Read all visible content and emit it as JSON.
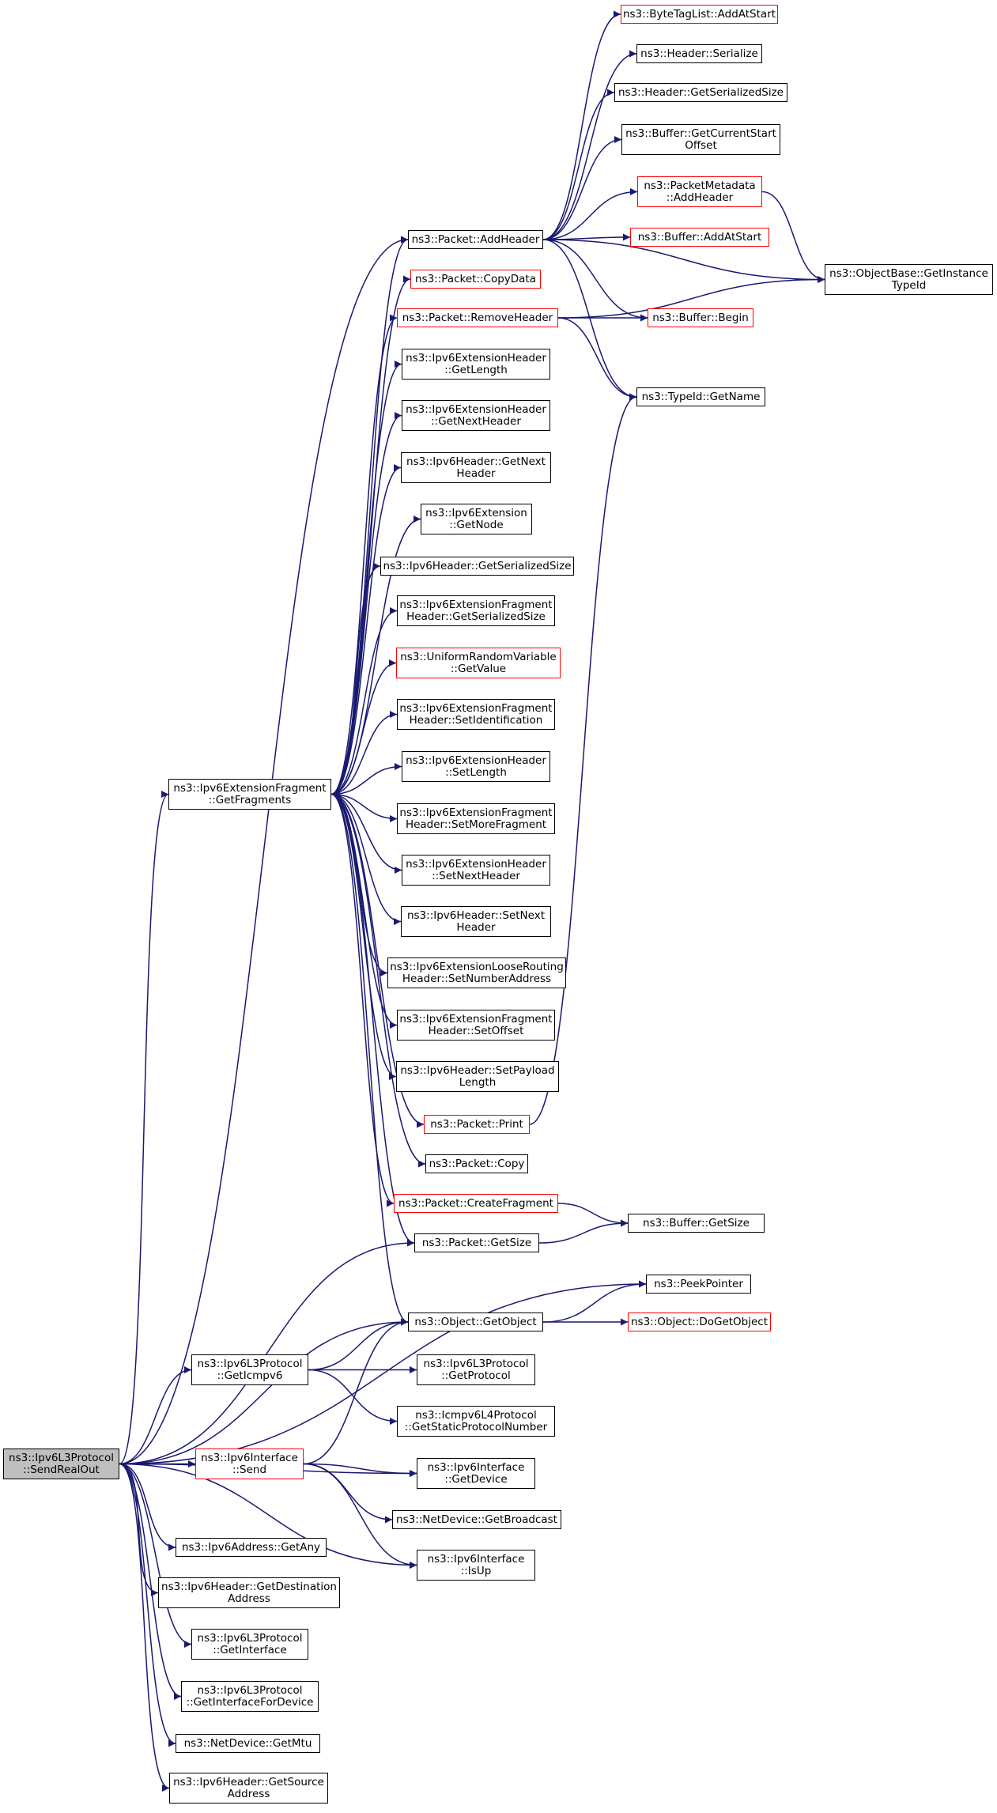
{
  "graph": {
    "colors": {
      "edge": "#191970",
      "node_border": "#000000",
      "truncated_border": "#ff0000",
      "root_fill": "#bfbfbf"
    },
    "nodes": [
      {
        "id": "n0",
        "label": "ns3::Ipv6L3Protocol\n::SendRealOut",
        "style": "root"
      },
      {
        "id": "n1",
        "label": "ns3::Packet::AddHeader",
        "style": "normal"
      },
      {
        "id": "n2",
        "label": "ns3::ByteTagList::AddAtStart",
        "style": "truncated"
      },
      {
        "id": "n3",
        "label": "ns3::Header::Serialize",
        "style": "normal"
      },
      {
        "id": "n4",
        "label": "ns3::Header::GetSerializedSize",
        "style": "normal"
      },
      {
        "id": "n5",
        "label": "ns3::Buffer::GetCurrentStart\nOffset",
        "style": "normal"
      },
      {
        "id": "n6",
        "label": "ns3::PacketMetadata\n::AddHeader",
        "style": "truncated"
      },
      {
        "id": "n7",
        "label": "ns3::Buffer::AddAtStart",
        "style": "truncated"
      },
      {
        "id": "n8",
        "label": "ns3::ObjectBase::GetInstance\nTypeId",
        "style": "normal"
      },
      {
        "id": "n9",
        "label": "ns3::Buffer::Begin",
        "style": "truncated"
      },
      {
        "id": "n10",
        "label": "ns3::TypeId::GetName",
        "style": "normal"
      },
      {
        "id": "n11",
        "label": "ns3::Packet::CopyData",
        "style": "truncated"
      },
      {
        "id": "n12",
        "label": "ns3::Packet::RemoveHeader",
        "style": "truncated"
      },
      {
        "id": "n13",
        "label": "ns3::Ipv6ExtensionHeader\n::GetLength",
        "style": "normal"
      },
      {
        "id": "n14",
        "label": "ns3::Ipv6ExtensionHeader\n::GetNextHeader",
        "style": "normal"
      },
      {
        "id": "n15",
        "label": "ns3::Ipv6Header::GetNext\nHeader",
        "style": "normal"
      },
      {
        "id": "n16",
        "label": "ns3::Ipv6Extension\n::GetNode",
        "style": "normal"
      },
      {
        "id": "n17",
        "label": "ns3::Ipv6Header::GetSerializedSize",
        "style": "normal"
      },
      {
        "id": "n18",
        "label": "ns3::Ipv6ExtensionFragment\nHeader::GetSerializedSize",
        "style": "normal"
      },
      {
        "id": "n19",
        "label": "ns3::UniformRandomVariable\n::GetValue",
        "style": "truncated"
      },
      {
        "id": "n20",
        "label": "ns3::Ipv6ExtensionFragment\nHeader::SetIdentification",
        "style": "normal"
      },
      {
        "id": "n21",
        "label": "ns3::Ipv6ExtensionFragment\n::GetFragments",
        "style": "normal"
      },
      {
        "id": "n22",
        "label": "ns3::Ipv6ExtensionHeader\n::SetLength",
        "style": "normal"
      },
      {
        "id": "n23",
        "label": "ns3::Ipv6ExtensionFragment\nHeader::SetMoreFragment",
        "style": "normal"
      },
      {
        "id": "n24",
        "label": "ns3::Ipv6ExtensionHeader\n::SetNextHeader",
        "style": "normal"
      },
      {
        "id": "n25",
        "label": "ns3::Ipv6Header::SetNext\nHeader",
        "style": "normal"
      },
      {
        "id": "n26",
        "label": "ns3::Ipv6ExtensionLooseRouting\nHeader::SetNumberAddress",
        "style": "normal"
      },
      {
        "id": "n27",
        "label": "ns3::Ipv6ExtensionFragment\nHeader::SetOffset",
        "style": "normal"
      },
      {
        "id": "n28",
        "label": "ns3::Ipv6Header::SetPayload\nLength",
        "style": "normal"
      },
      {
        "id": "n29",
        "label": "ns3::Packet::Print",
        "style": "truncated"
      },
      {
        "id": "n30",
        "label": "ns3::Packet::Copy",
        "style": "normal"
      },
      {
        "id": "n31",
        "label": "ns3::Packet::CreateFragment",
        "style": "truncated"
      },
      {
        "id": "n32",
        "label": "ns3::Buffer::GetSize",
        "style": "normal"
      },
      {
        "id": "n33",
        "label": "ns3::Packet::GetSize",
        "style": "normal"
      },
      {
        "id": "n34",
        "label": "ns3::PeekPointer",
        "style": "normal"
      },
      {
        "id": "n35",
        "label": "ns3::Object::GetObject",
        "style": "normal"
      },
      {
        "id": "n36",
        "label": "ns3::Object::DoGetObject",
        "style": "truncated"
      },
      {
        "id": "n37",
        "label": "ns3::Ipv6L3Protocol\n::GetIcmpv6",
        "style": "normal"
      },
      {
        "id": "n38",
        "label": "ns3::Ipv6L3Protocol\n::GetProtocol",
        "style": "normal"
      },
      {
        "id": "n39",
        "label": "ns3::Icmpv6L4Protocol\n::GetStaticProtocolNumber",
        "style": "normal"
      },
      {
        "id": "n40",
        "label": "ns3::Ipv6Interface\n::Send",
        "style": "truncated"
      },
      {
        "id": "n41",
        "label": "ns3::Ipv6Interface\n::GetDevice",
        "style": "normal"
      },
      {
        "id": "n42",
        "label": "ns3::NetDevice::GetBroadcast",
        "style": "normal"
      },
      {
        "id": "n43",
        "label": "ns3::Ipv6Address::GetAny",
        "style": "normal"
      },
      {
        "id": "n44",
        "label": "ns3::Ipv6Interface\n::IsUp",
        "style": "normal"
      },
      {
        "id": "n45",
        "label": "ns3::Ipv6Header::GetDestination\nAddress",
        "style": "normal"
      },
      {
        "id": "n46",
        "label": "ns3::Ipv6L3Protocol\n::GetInterface",
        "style": "normal"
      },
      {
        "id": "n47",
        "label": "ns3::Ipv6L3Protocol\n::GetInterfaceForDevice",
        "style": "normal"
      },
      {
        "id": "n48",
        "label": "ns3::NetDevice::GetMtu",
        "style": "normal"
      },
      {
        "id": "n49",
        "label": "ns3::Ipv6Header::GetSource\nAddress",
        "style": "normal"
      }
    ],
    "edges": [
      [
        "n0",
        "n1"
      ],
      [
        "n0",
        "n21"
      ],
      [
        "n0",
        "n33"
      ],
      [
        "n0",
        "n34"
      ],
      [
        "n0",
        "n35"
      ],
      [
        "n0",
        "n37"
      ],
      [
        "n0",
        "n40"
      ],
      [
        "n0",
        "n41"
      ],
      [
        "n0",
        "n43"
      ],
      [
        "n0",
        "n44"
      ],
      [
        "n0",
        "n45"
      ],
      [
        "n0",
        "n46"
      ],
      [
        "n0",
        "n47"
      ],
      [
        "n0",
        "n48"
      ],
      [
        "n0",
        "n49"
      ],
      [
        "n1",
        "n2"
      ],
      [
        "n1",
        "n3"
      ],
      [
        "n1",
        "n4"
      ],
      [
        "n1",
        "n5"
      ],
      [
        "n1",
        "n6"
      ],
      [
        "n1",
        "n7"
      ],
      [
        "n1",
        "n8"
      ],
      [
        "n1",
        "n9"
      ],
      [
        "n1",
        "n10"
      ],
      [
        "n6",
        "n8"
      ],
      [
        "n12",
        "n9"
      ],
      [
        "n12",
        "n10"
      ],
      [
        "n12",
        "n8"
      ],
      [
        "n29",
        "n10"
      ],
      [
        "n31",
        "n32"
      ],
      [
        "n33",
        "n32"
      ],
      [
        "n35",
        "n34"
      ],
      [
        "n35",
        "n36"
      ],
      [
        "n37",
        "n35"
      ],
      [
        "n37",
        "n38"
      ],
      [
        "n37",
        "n39"
      ],
      [
        "n40",
        "n35"
      ],
      [
        "n40",
        "n41"
      ],
      [
        "n40",
        "n42"
      ],
      [
        "n40",
        "n44"
      ],
      [
        "n21",
        "n1"
      ],
      [
        "n21",
        "n11"
      ],
      [
        "n21",
        "n12"
      ],
      [
        "n21",
        "n13"
      ],
      [
        "n21",
        "n14"
      ],
      [
        "n21",
        "n15"
      ],
      [
        "n21",
        "n16"
      ],
      [
        "n21",
        "n17"
      ],
      [
        "n21",
        "n18"
      ],
      [
        "n21",
        "n19"
      ],
      [
        "n21",
        "n20"
      ],
      [
        "n21",
        "n22"
      ],
      [
        "n21",
        "n23"
      ],
      [
        "n21",
        "n24"
      ],
      [
        "n21",
        "n25"
      ],
      [
        "n21",
        "n26"
      ],
      [
        "n21",
        "n27"
      ],
      [
        "n21",
        "n28"
      ],
      [
        "n21",
        "n29"
      ],
      [
        "n21",
        "n30"
      ],
      [
        "n21",
        "n31"
      ],
      [
        "n21",
        "n33"
      ],
      [
        "n21",
        "n35"
      ]
    ]
  }
}
